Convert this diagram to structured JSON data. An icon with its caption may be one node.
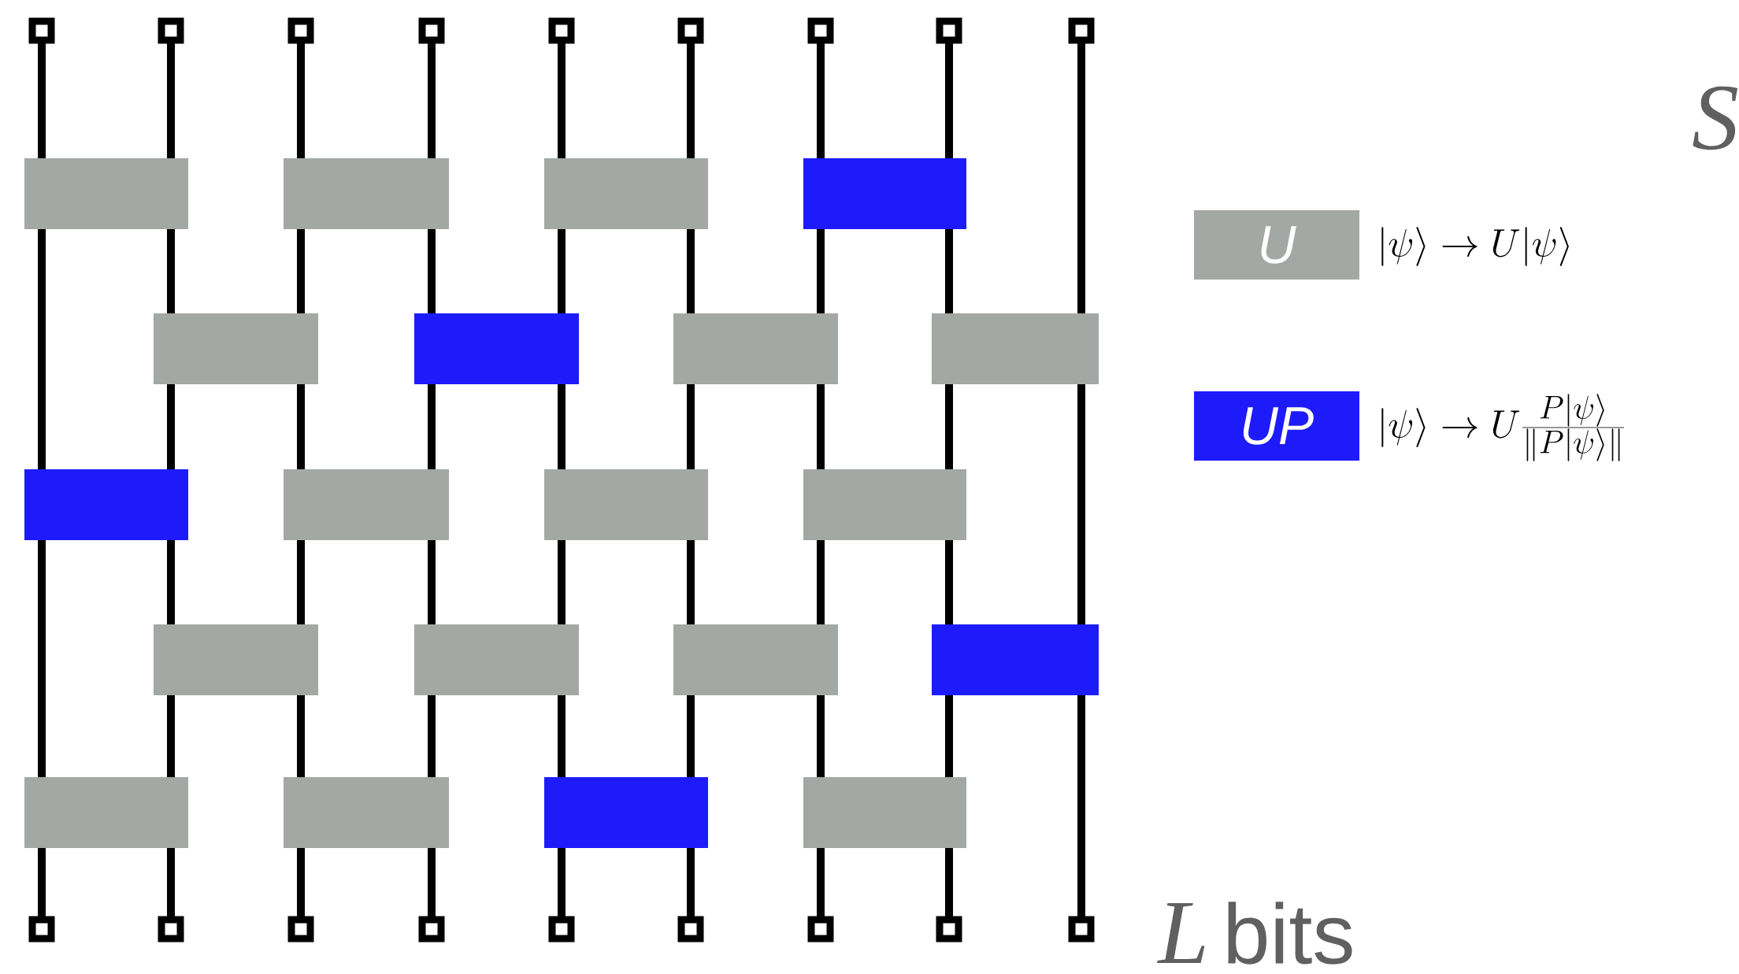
{
  "diagram": {
    "nodes": [
      {
        "text": [
          "U"
        ],
        "beside": [
          "|\\psi\\rangle \\to U|\\psi\\rangle"
        ]
      },
      {
        "text": [
          "UP"
        ],
        "beside": [
          "|\\psi\\rangle \\to U\\frac{P|\\psi\\rangle}{\\|P|\\psi\\rangle\\|}"
        ]
      }
    ],
    "labels": [
      "S",
      "L",
      "bits"
    ]
  }
}
